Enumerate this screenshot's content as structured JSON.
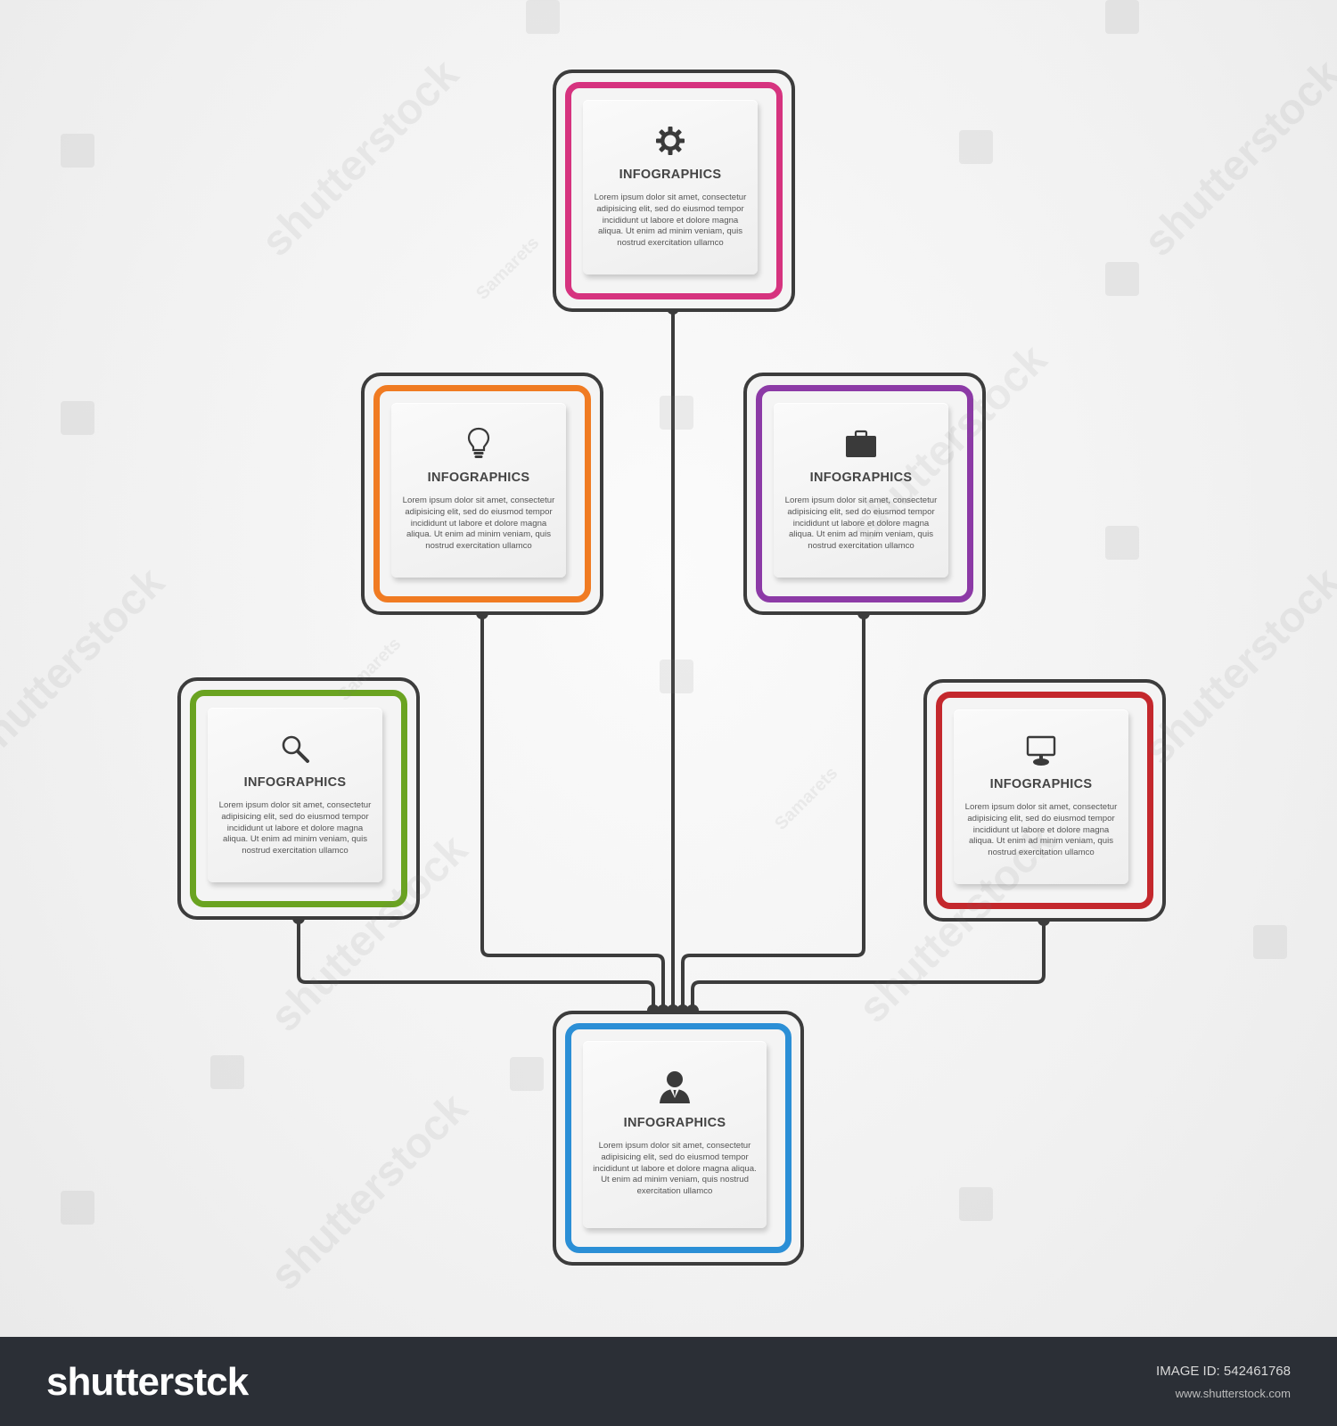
{
  "nodes": [
    {
      "id": "top",
      "title": "INFOGRAPHICS",
      "body": "Lorem ipsum dolor sit amet, consectetur adipisicing elit, sed do eiusmod tempor incididunt ut labore et dolore magna aliqua. Ut enim ad minim veniam, quis nostrud exercitation ullamco",
      "icon": "gear-icon",
      "color": "#d6337f"
    },
    {
      "id": "upper-left",
      "title": "INFOGRAPHICS",
      "body": "Lorem ipsum dolor sit amet, consectetur adipisicing elit, sed do eiusmod tempor incididunt ut labore et dolore magna aliqua. Ut enim ad minim veniam, quis nostrud exercitation ullamco",
      "icon": "lightbulb-icon",
      "color": "#f07b22"
    },
    {
      "id": "upper-right",
      "title": "INFOGRAPHICS",
      "body": "Lorem ipsum dolor sit amet, consectetur adipisicing elit, sed do eiusmod tempor incididunt ut labore et dolore magna aliqua. Ut enim ad minim veniam, quis nostrud exercitation ullamco",
      "icon": "briefcase-icon",
      "color": "#8c3aa6"
    },
    {
      "id": "lower-left",
      "title": "INFOGRAPHICS",
      "body": "Lorem ipsum dolor sit amet, consectetur adipisicing elit, sed do eiusmod tempor incididunt ut labore et dolore magna aliqua. Ut enim ad minim veniam, quis nostrud exercitation ullamco",
      "icon": "search-icon",
      "color": "#6aa321"
    },
    {
      "id": "lower-right",
      "title": "INFOGRAPHICS",
      "body": "Lorem ipsum dolor sit amet, consectetur adipisicing elit, sed do eiusmod tempor incididunt ut labore et dolore magna aliqua. Ut enim ad minim veniam, quis nostrud exercitation ullamco",
      "icon": "monitor-icon",
      "color": "#c4282d"
    },
    {
      "id": "bottom",
      "title": "INFOGRAPHICS",
      "body": "Lorem ipsum dolor sit amet, consectetur adipisicing elit, sed do eiusmod tempor incididunt ut labore et dolore magna aliqua. Ut enim ad minim veniam, quis nostrud exercitation ullamco",
      "icon": "user-icon",
      "color": "#2b8fd6"
    }
  ],
  "watermark": {
    "brand": "shutterstock",
    "author": "Samarets"
  },
  "footer": {
    "logo": "shutterstck",
    "image_id_label": "IMAGE ID:",
    "image_id": "542461768",
    "site": "www.shutterstock.com"
  }
}
